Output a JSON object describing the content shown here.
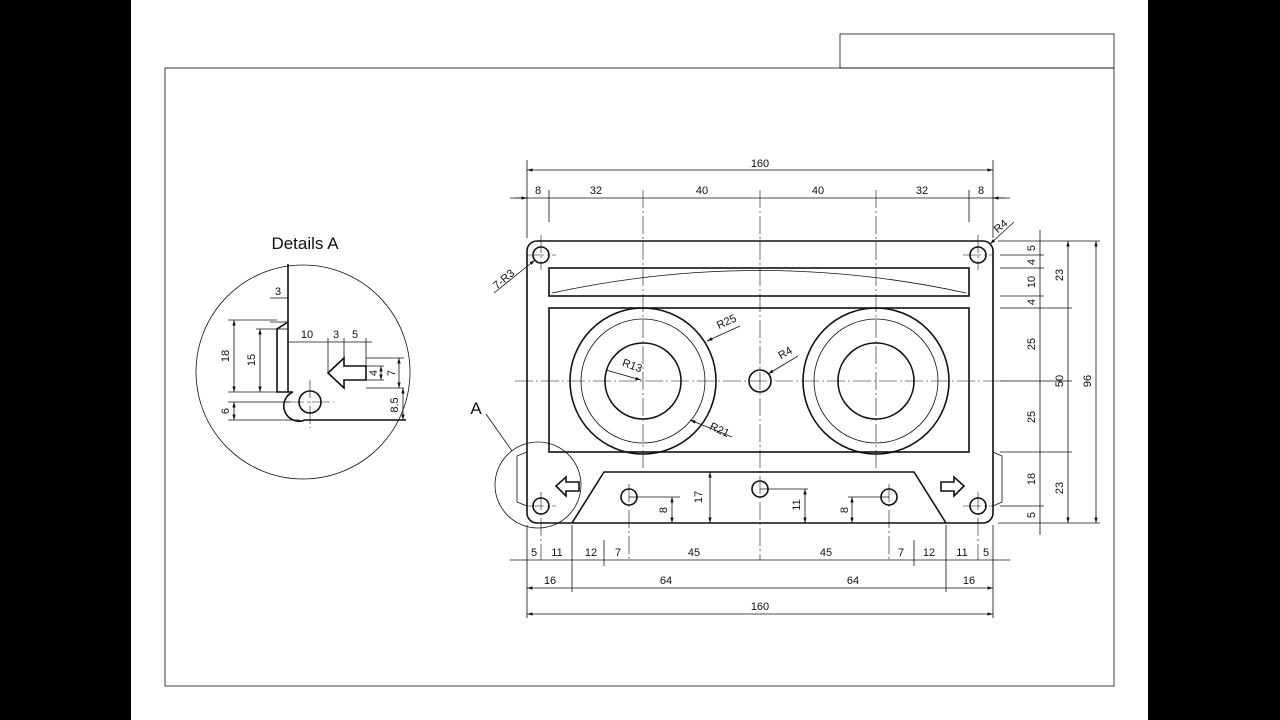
{
  "drawing": {
    "detail_title": "Details A",
    "detail_marker": "A",
    "top": {
      "overall": "160",
      "segments": [
        "8",
        "32",
        "40",
        "40",
        "32",
        "8"
      ]
    },
    "bottom": {
      "row1": [
        "5",
        "11",
        "12",
        "7",
        "45",
        "45",
        "7",
        "12",
        "11",
        "5"
      ],
      "row2": [
        "16",
        "64",
        "64",
        "16"
      ],
      "overall": "160"
    },
    "right": {
      "col1": [
        "5",
        "4",
        "10",
        "4",
        "25",
        "25",
        "18",
        "5"
      ],
      "col2": [
        "23",
        "50",
        "23"
      ],
      "overall": "96"
    },
    "radii": {
      "corner": "R4",
      "holes": "7-R3",
      "reel_outer": "R25",
      "reel_inner": "R13",
      "reel_mid": "R21",
      "center_hole": "R4"
    },
    "inner_vertical": {
      "slot": "17",
      "hole_left": "8",
      "hole_center": "11",
      "hole_right": "8"
    },
    "detail": {
      "h1": "3",
      "v1": "18",
      "v2": "15",
      "h2": "10",
      "h3": "3",
      "h4": "5",
      "v3": "4",
      "v4": "7",
      "v5": "6",
      "v6": "8.5"
    }
  }
}
